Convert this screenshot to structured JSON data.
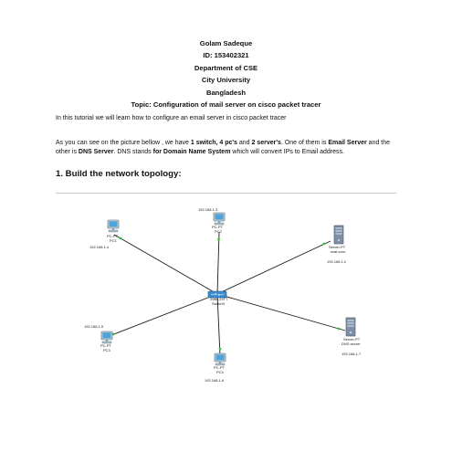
{
  "header": {
    "name": "Golam Sadeque",
    "id_line": "ID: 153402321",
    "department": "Department of CSE",
    "university": "City University",
    "country": "Bangladesh",
    "topic": "Topic: Configuration of mail server on cisco packet tracer"
  },
  "intro": "In this tutorial we will learn how to configure an email server in cisco packet tracer",
  "paragraph": {
    "part1": "As you can see on the picture bellow , we have ",
    "switch_count": "1 switch, 4 pc's",
    "and": " and ",
    "server_count": "2 server's",
    "part2": ". One of them is ",
    "email_server": "Email Server",
    "part3": " and the other is ",
    "dns_server": "DNS Server",
    "part4": ". DNS stands ",
    "dns_full": "for Domain Name System",
    "part5": " which will convert IPs to Email address."
  },
  "section_heading": "1. Build the network topology:",
  "diagram": {
    "switch": {
      "line1": "2960-24TT",
      "line2": "Switch0"
    },
    "pc_top": {
      "ip": "192.168.1.3",
      "line1": "PC-PT",
      "line2": "PC2"
    },
    "pc_top_left": {
      "line1": "PC-PT",
      "line2": "PC1",
      "ip": "192.168.1.4"
    },
    "server_mail": {
      "line1": "Server-PT",
      "line2": "mail.com",
      "ip": "192.168.1.2"
    },
    "pc_bottom_left": {
      "ip": "192.168.1.5",
      "line1": "PC-PT",
      "line2": "PC3"
    },
    "pc_bottom": {
      "line1": "PC-PT",
      "line2": "PC4",
      "ip": "192.168.1.6"
    },
    "server_dns": {
      "line1": "Server-PT",
      "line2": "DNS server",
      "ip": "192.168.1.7"
    },
    "link_color": "#1a1a1a",
    "link_dot_color": "#2ecc40"
  }
}
